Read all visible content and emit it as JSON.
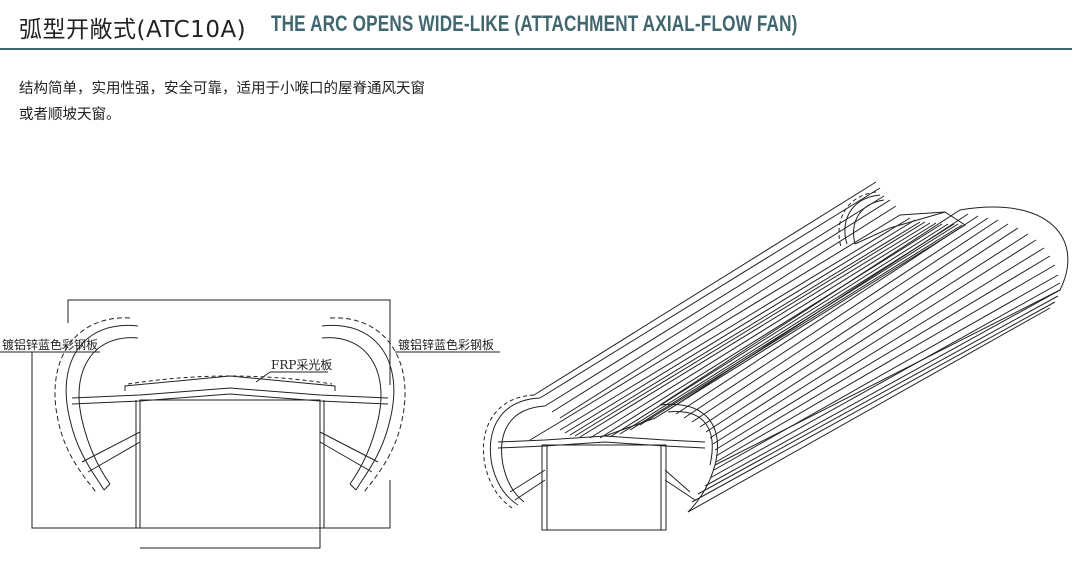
{
  "header": {
    "title_cn": "弧型开敞式(ATC10A)",
    "title_en": "THE ARC OPENS WIDE-LIKE (ATTACHMENT AXIAL-FLOW FAN)",
    "accent_color": "#3f6770"
  },
  "description": {
    "line1": "结构简单，实用性强，安全可靠，适用于小喉口的屋脊通风天窗",
    "line2": "或者顺坡天窗。"
  },
  "section_drawing": {
    "label_left": "镀铝锌蓝色彩钢板",
    "label_right": "镀铝锌蓝色彩钢板",
    "label_center": "FRP采光板"
  }
}
